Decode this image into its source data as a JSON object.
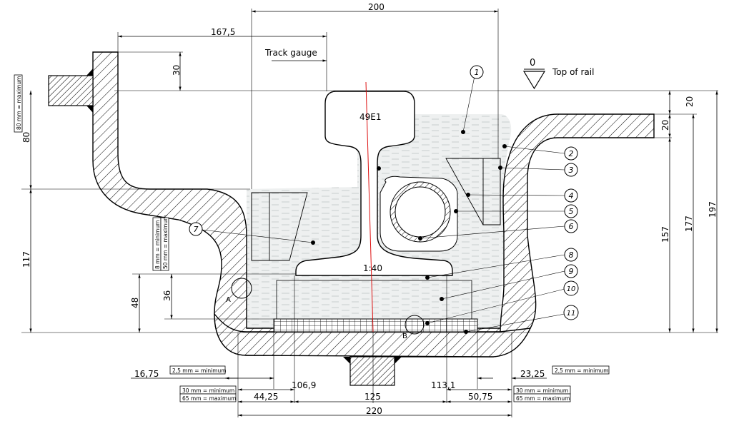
{
  "rail_profile": "49E1",
  "top_of_rail_label": "Top of rail",
  "top_of_rail_symbol": "0",
  "track_gauge_label": "Track gauge",
  "inclination": "1:40",
  "dims": {
    "d200": "200",
    "d167_5": "167,5",
    "d30": "30",
    "d80": "80",
    "d117": "117",
    "d48": "48",
    "d36": "36",
    "d20a": "20",
    "d20b": "20",
    "d157": "157",
    "d177": "177",
    "d197": "197",
    "d16_75": "16,75",
    "d23_25": "23,25",
    "d106_9": "106,9",
    "d113_1": "113,1",
    "d44_25": "44,25",
    "d125": "125",
    "d50_75": "50,75",
    "d220": "220"
  },
  "notes": {
    "n80max": "80 mm = maximum",
    "n8min": "8 mm = minimum",
    "n50max": "50 mm = maximum",
    "n25min_left": "2,5 mm = minimum",
    "n25min_right": "2,5 mm = minimum",
    "n30min_left": "30 mm = minimum",
    "n65max_left": "65 mm = maximum",
    "n30min_right": "30 mm = minimum",
    "n65max_right": "65 mm = maximum"
  },
  "details": {
    "a": "A",
    "b": "B"
  },
  "callouts": [
    "1",
    "2",
    "3",
    "4",
    "5",
    "6",
    "7",
    "8",
    "9",
    "10",
    "11"
  ]
}
